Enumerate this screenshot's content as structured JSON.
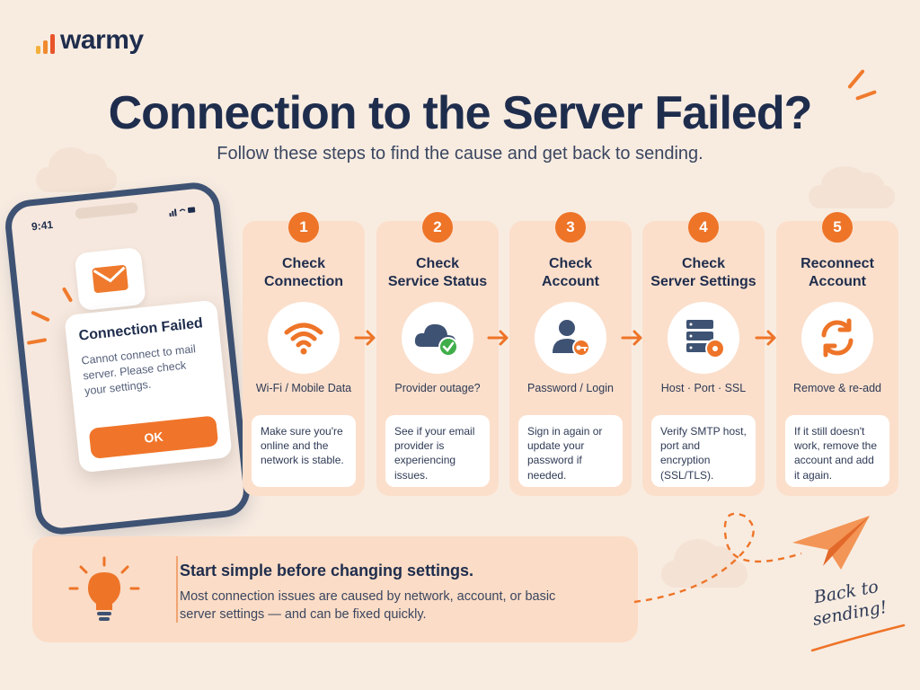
{
  "brand": {
    "name": "warmy",
    "colors": {
      "primary": "#1f2d4d",
      "accent": "#ee7428",
      "background": "#f8ece1",
      "card": "#fbdfcb"
    }
  },
  "header": {
    "title": "Connection to the Server Failed?",
    "subtitle": "Follow these steps to find the cause and get back to sending."
  },
  "phone": {
    "time": "9:41",
    "status_icons": "signal-wifi-battery",
    "app_icon": "mail-icon",
    "dialog": {
      "title": "Connection Failed",
      "message": "Cannot connect to mail server. Please check your settings.",
      "button_label": "OK"
    }
  },
  "steps": [
    {
      "number": "1",
      "title": "Check\nConnection",
      "icon": "wifi-icon",
      "caption": "Wi-Fi / Mobile Data",
      "description": "Make sure you're online and the network is stable."
    },
    {
      "number": "2",
      "title": "Check\nService Status",
      "icon": "cloud-check-icon",
      "caption": "Provider outage?",
      "description": "See if your email provider is experiencing issues."
    },
    {
      "number": "3",
      "title": "Check\nAccount",
      "icon": "user-key-icon",
      "caption": "Password / Login",
      "description": "Sign in again or update your password if needed."
    },
    {
      "number": "4",
      "title": "Check\nServer Settings",
      "icon": "server-gear-icon",
      "caption": "Host · Port · SSL",
      "description": "Verify SMTP host, port and encryption (SSL/TLS)."
    },
    {
      "number": "5",
      "title": "Reconnect\nAccount",
      "icon": "refresh-icon",
      "caption": "Remove & re-add",
      "description": "If it still doesn't work, remove the account and add it again."
    }
  ],
  "tip": {
    "icon": "lightbulb-icon",
    "title": "Start simple before changing settings.",
    "body": "Most connection issues are caused by network, account, or basic server settings — and can be fixed quickly."
  },
  "footer": {
    "icon": "paper-plane-icon",
    "handwritten": "Back to sending!"
  }
}
